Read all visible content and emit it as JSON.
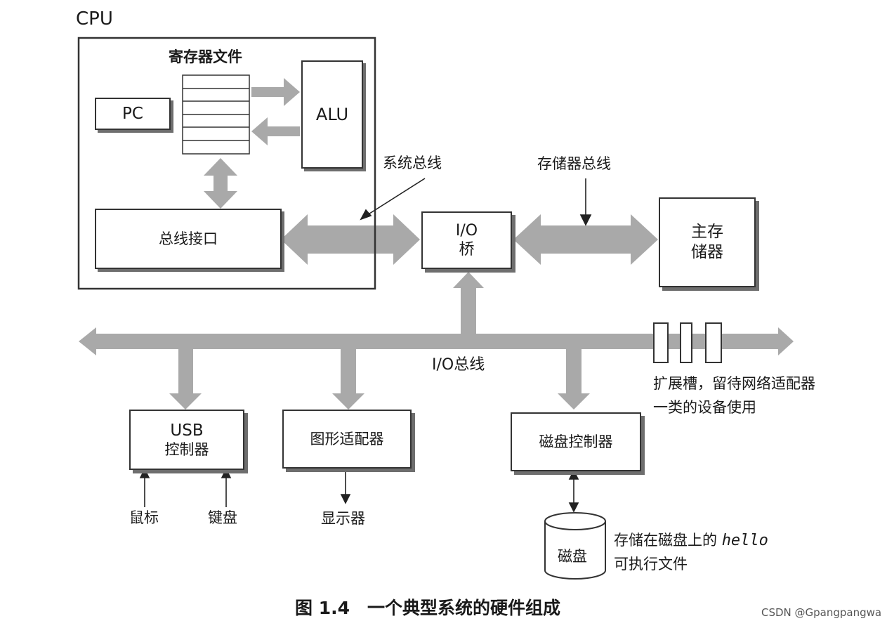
{
  "cpu": {
    "title": "CPU",
    "register_file_label": "寄存器文件",
    "pc_label": "PC",
    "alu_label": "ALU",
    "bus_interface_label": "总线接口"
  },
  "buses": {
    "system_bus": "系统总线",
    "memory_bus": "存储器总线",
    "io_bus": "I/O总线"
  },
  "io_bridge": {
    "line1": "I/O",
    "line2": "桥"
  },
  "main_memory": {
    "line1": "主存",
    "line2": "储器"
  },
  "expansion_slots": {
    "line1": "扩展槽，留待网络适配器",
    "line2": "一类的设备使用"
  },
  "usb_controller": {
    "line1": "USB",
    "line2": "控制器"
  },
  "graphics_adapter": "图形适配器",
  "disk_controller": "磁盘控制器",
  "devices": {
    "mouse": "鼠标",
    "keyboard": "键盘",
    "display": "显示器",
    "disk": "磁盘"
  },
  "disk_note": {
    "line1_prefix": "存储在磁盘上的 ",
    "line1_file": "hello",
    "line2": "可执行文件"
  },
  "caption": "图 1.4　一个典型系统的硬件组成",
  "watermark": "CSDN @Gpangpangwa"
}
